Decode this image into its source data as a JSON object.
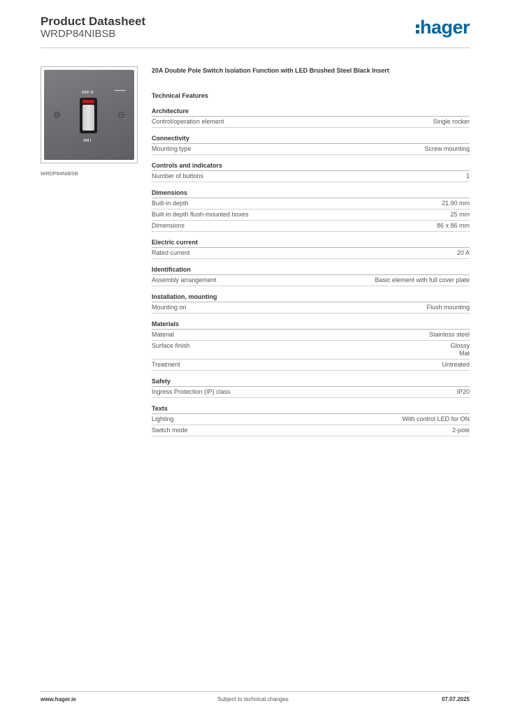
{
  "header": {
    "title": "Product Datasheet",
    "product_code": "WRDP84NIBSB",
    "brand": "hager"
  },
  "image": {
    "off_label": "OFF O",
    "on_label": "ON I",
    "caption": "WRDP84NIBSB"
  },
  "product": {
    "title": "20A Double Pole Switch Isolation Function with LED Brushed Steel Black Insert",
    "features_heading": "Technical Features"
  },
  "sections": [
    {
      "title": "Architecture",
      "rows": [
        {
          "label": "Control/operation element",
          "value": "Single rocker"
        }
      ]
    },
    {
      "title": "Connectivity",
      "rows": [
        {
          "label": "Mounting type",
          "value": "Screw mounting"
        }
      ]
    },
    {
      "title": "Controls and indicators",
      "rows": [
        {
          "label": "Number of buttons",
          "value": "1"
        }
      ]
    },
    {
      "title": "Dimensions",
      "rows": [
        {
          "label": "Built-in depth",
          "value": "21.90 mm"
        },
        {
          "label": "Built-in depth flush-mounted boxes",
          "value": "25 mm"
        },
        {
          "label": "Dimensions",
          "value": "86 x 86 mm"
        }
      ]
    },
    {
      "title": "Electric current",
      "rows": [
        {
          "label": "Rated current",
          "value": "20 A"
        }
      ]
    },
    {
      "title": "Identification",
      "rows": [
        {
          "label": "Assembly arrangement",
          "value": "Basic element with full cover plate"
        }
      ]
    },
    {
      "title": "Installation, mounting",
      "rows": [
        {
          "label": "Mounting on",
          "value": "Flush mounting"
        }
      ]
    },
    {
      "title": "Materials",
      "rows": [
        {
          "label": "Material",
          "value": "Stainless steel"
        },
        {
          "label": "Surface finish",
          "value": "Glossy\nMat"
        },
        {
          "label": "Treatment",
          "value": "Untreated"
        }
      ]
    },
    {
      "title": "Safety",
      "rows": [
        {
          "label": "Ingress Protection (IP) class",
          "value": "IP20"
        }
      ]
    },
    {
      "title": "Texts",
      "rows": [
        {
          "label": "Lighting",
          "value": "With control LED for ON"
        },
        {
          "label": "Switch mode",
          "value": "2-pole"
        }
      ]
    }
  ],
  "footer": {
    "website": "www.hager.ie",
    "notice": "Subject to technical changes",
    "date": "07.07.2025"
  }
}
